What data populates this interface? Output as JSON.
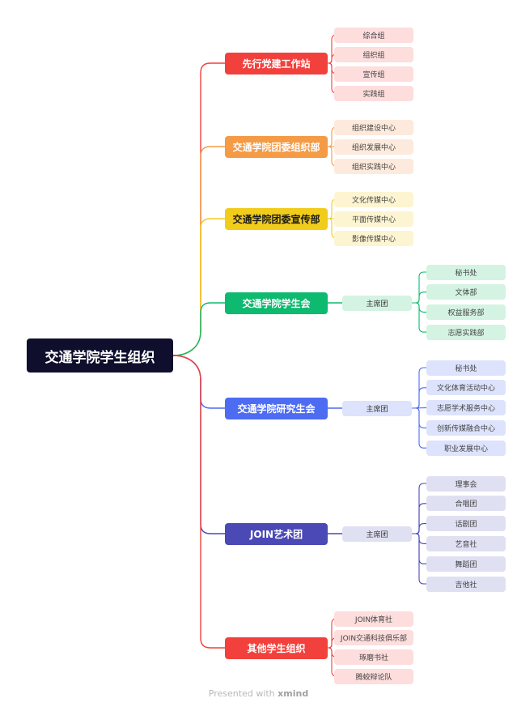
{
  "root": {
    "label": "交通学院学生组织"
  },
  "branches": [
    {
      "label": "先行党建工作站",
      "color": "#f2413c",
      "leaf_bg": "#fedddd",
      "children": [
        "综合组",
        "组织组",
        "宣传组",
        "实践组"
      ]
    },
    {
      "label": "交通学院团委组织部",
      "color": "#f59a45",
      "leaf_bg": "#fdeadc",
      "children": [
        "组织建设中心",
        "组织发展中心",
        "组织实践中心"
      ]
    },
    {
      "label": "交通学院团委宣传部",
      "color": "#f2cc1b",
      "leaf_bg": "#fdf5d1",
      "children": [
        "文化传媒中心",
        "平面传媒中心",
        "影像传媒中心"
      ]
    },
    {
      "label": "交通学院学生会",
      "color": "#0dba6f",
      "leaf_bg": "#d4f3e3",
      "mid": "主席团",
      "children": [
        "秘书处",
        "文体部",
        "权益服务部",
        "志愿实践部"
      ]
    },
    {
      "label": "交通学院研究生会",
      "color": "#4d6cf2",
      "leaf_bg": "#dde3fc",
      "mid": "主席团",
      "children": [
        "秘书处",
        "文化体育活动中心",
        "志愿学术服务中心",
        "创新传媒融合中心",
        "职业发展中心"
      ]
    },
    {
      "label": "JOIN艺术团",
      "color": "#4a49b6",
      "leaf_bg": "#e0e0f3",
      "mid": "主席团",
      "children": [
        "理事会",
        "合唱团",
        "话剧团",
        "艺音社",
        "舞蹈团",
        "吉他社"
      ]
    },
    {
      "label": "其他学生组织",
      "color": "#f2413c",
      "leaf_bg": "#fedddd",
      "children": [
        "JOIN体育社",
        "JOIN交通科技俱乐部",
        "琢磨书社",
        "腾蛟辩论队"
      ]
    }
  ],
  "footer": {
    "prefix": "Presented with ",
    "brand": "xmind"
  }
}
